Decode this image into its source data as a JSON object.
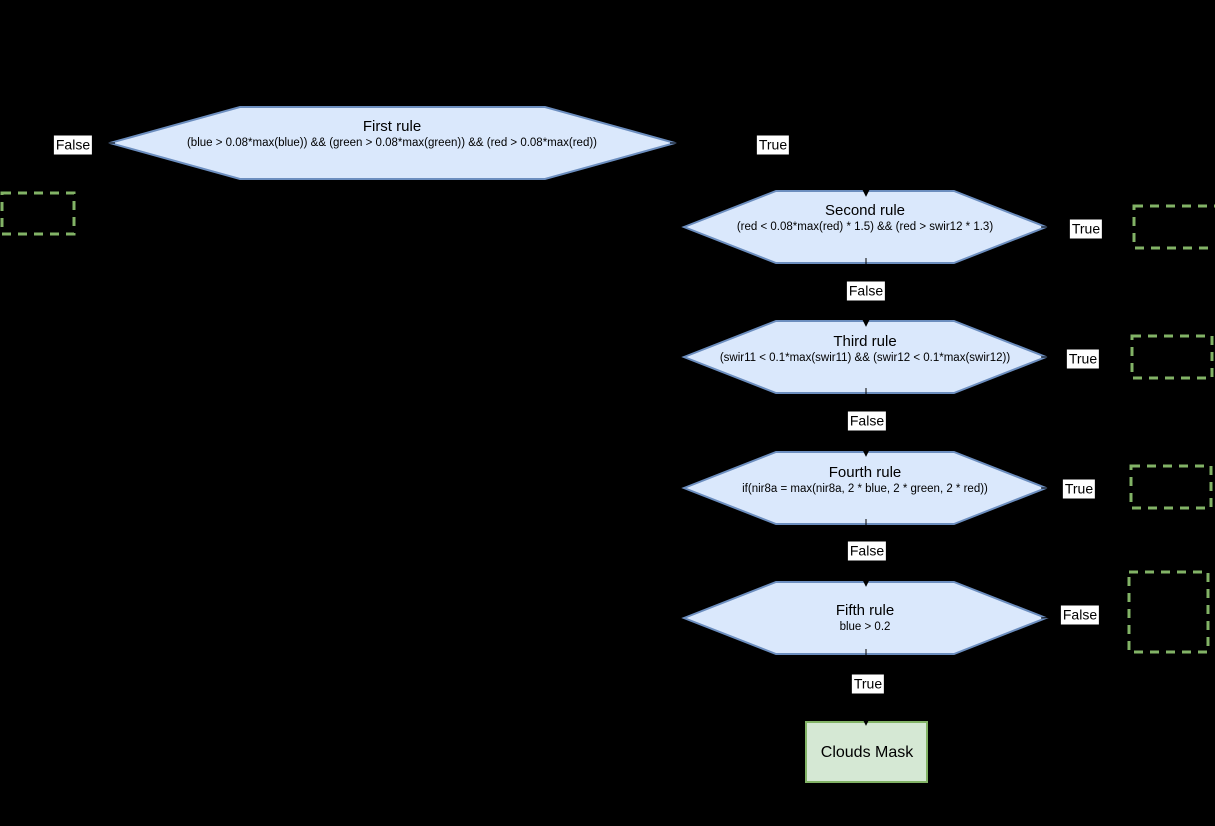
{
  "diagram": {
    "background_color": "#000000",
    "colors": {
      "rule_fill": "#dae8fc",
      "rule_border": "#6c8ebf",
      "terminal_fill": "#d5e8d4",
      "green_border": "#82b366",
      "edge_label_bg": "#ffffff",
      "text": "#000000"
    },
    "nodes": [
      {
        "id": "first-rule",
        "title": "First rule",
        "condition": "(blue > 0.08*max(blue)) && (green > 0.08*max(green)) && (red > 0.08*max(red))"
      },
      {
        "id": "second-rule",
        "title": "Second rule",
        "condition": "(red < 0.08*max(red) * 1.5) && (red > swir12 * 1.3)"
      },
      {
        "id": "third-rule",
        "title": "Third rule",
        "condition": "(swir11 < 0.1*max(swir11) && (swir12 < 0.1*max(swir12))"
      },
      {
        "id": "fourth-rule",
        "title": "Fourth rule",
        "condition": "if(nir8a = max(nir8a, 2 * blue, 2 * green, 2 * red))"
      },
      {
        "id": "fifth-rule",
        "title": "Fifth rule",
        "condition": "blue > 0.2"
      }
    ],
    "edges": [
      {
        "id": "first-rule-false",
        "label": "False"
      },
      {
        "id": "first-rule-true",
        "label": "True"
      },
      {
        "id": "second-rule-true",
        "label": "True"
      },
      {
        "id": "second-rule-false",
        "label": "False"
      },
      {
        "id": "third-rule-true",
        "label": "True"
      },
      {
        "id": "third-rule-false",
        "label": "False"
      },
      {
        "id": "fourth-rule-true",
        "label": "True"
      },
      {
        "id": "fourth-rule-false",
        "label": "False"
      },
      {
        "id": "fifth-rule-false",
        "label": "False"
      },
      {
        "id": "fifth-rule-true",
        "label": "True"
      }
    ],
    "terminal": {
      "id": "clouds-mask",
      "label": "Clouds Mask"
    }
  }
}
